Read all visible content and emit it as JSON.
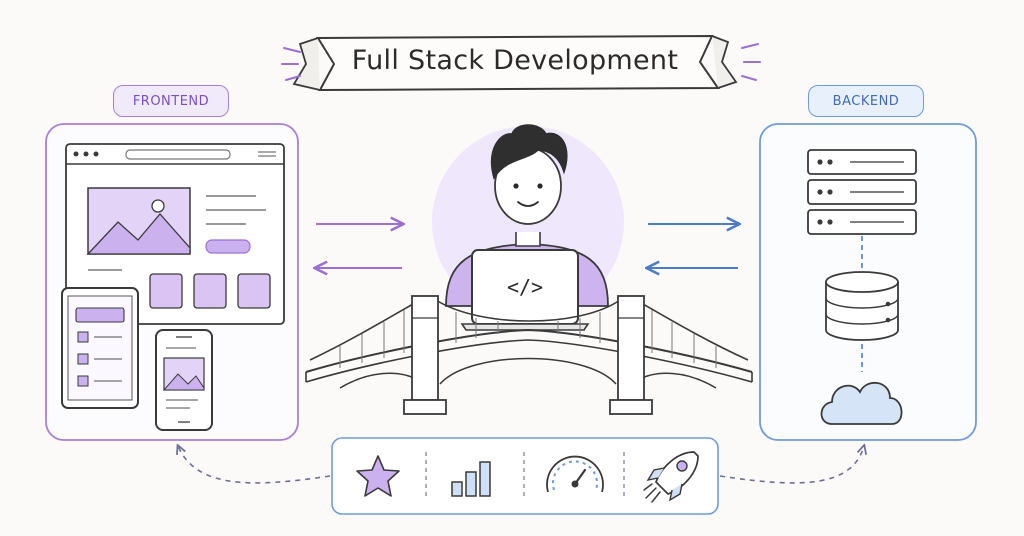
{
  "title": "Full Stack Development",
  "frontend_label": "FRONTEND",
  "backend_label": "BACKEND",
  "colors": {
    "frontend_accent": "#9b6fd6",
    "frontend_fill": "#e3d3f6",
    "backend_accent": "#4a7cc9",
    "ink": "#3a3a3a"
  },
  "code_symbol": "</>",
  "tools": [
    {
      "name": "star-icon"
    },
    {
      "name": "bar-chart-icon"
    },
    {
      "name": "speedometer-icon"
    },
    {
      "name": "rocket-icon"
    }
  ]
}
